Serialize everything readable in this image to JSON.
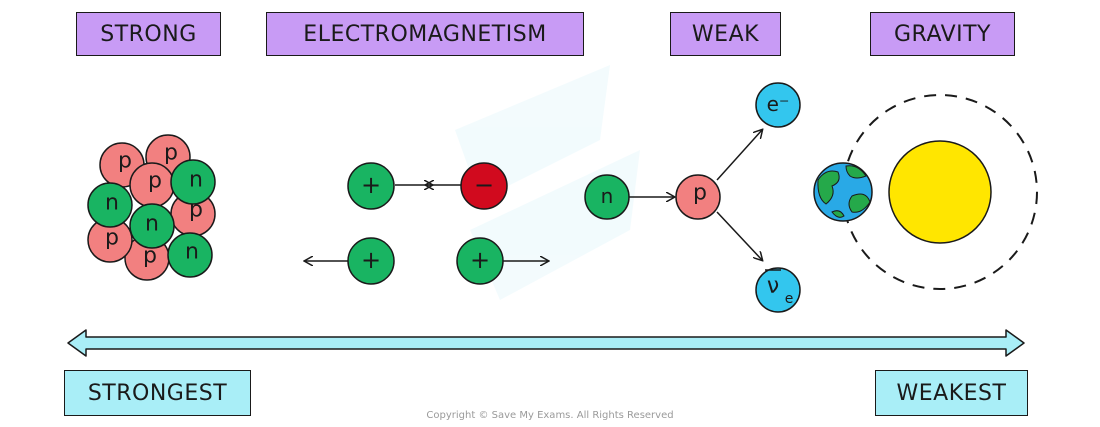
{
  "forces": {
    "strong": "STRONG",
    "electromagnetism": "ELECTROMAGNETISM",
    "weak": "WEAK",
    "gravity": "GRAVITY"
  },
  "scale": {
    "strongest": "STRONGEST",
    "weakest": "WEAKEST"
  },
  "particles": {
    "proton": "p",
    "neutron": "n",
    "positive": "+",
    "negative": "−",
    "electron": "e⁻",
    "antineutrino_symbol": "ν",
    "antineutrino_subscript": "e"
  },
  "copyright": "Copyright © Save My Exams. All Rights Reserved",
  "colors": {
    "label_force_bg": "#c89bf5",
    "label_scale_bg": "#a9eef7",
    "proton": "#f28080",
    "neutron": "#19b462",
    "negative": "#d10a1e",
    "lepton": "#33c6ee",
    "sun": "#ffe600",
    "earth_ocean": "#29a9e6",
    "earth_land": "#25a94a"
  }
}
